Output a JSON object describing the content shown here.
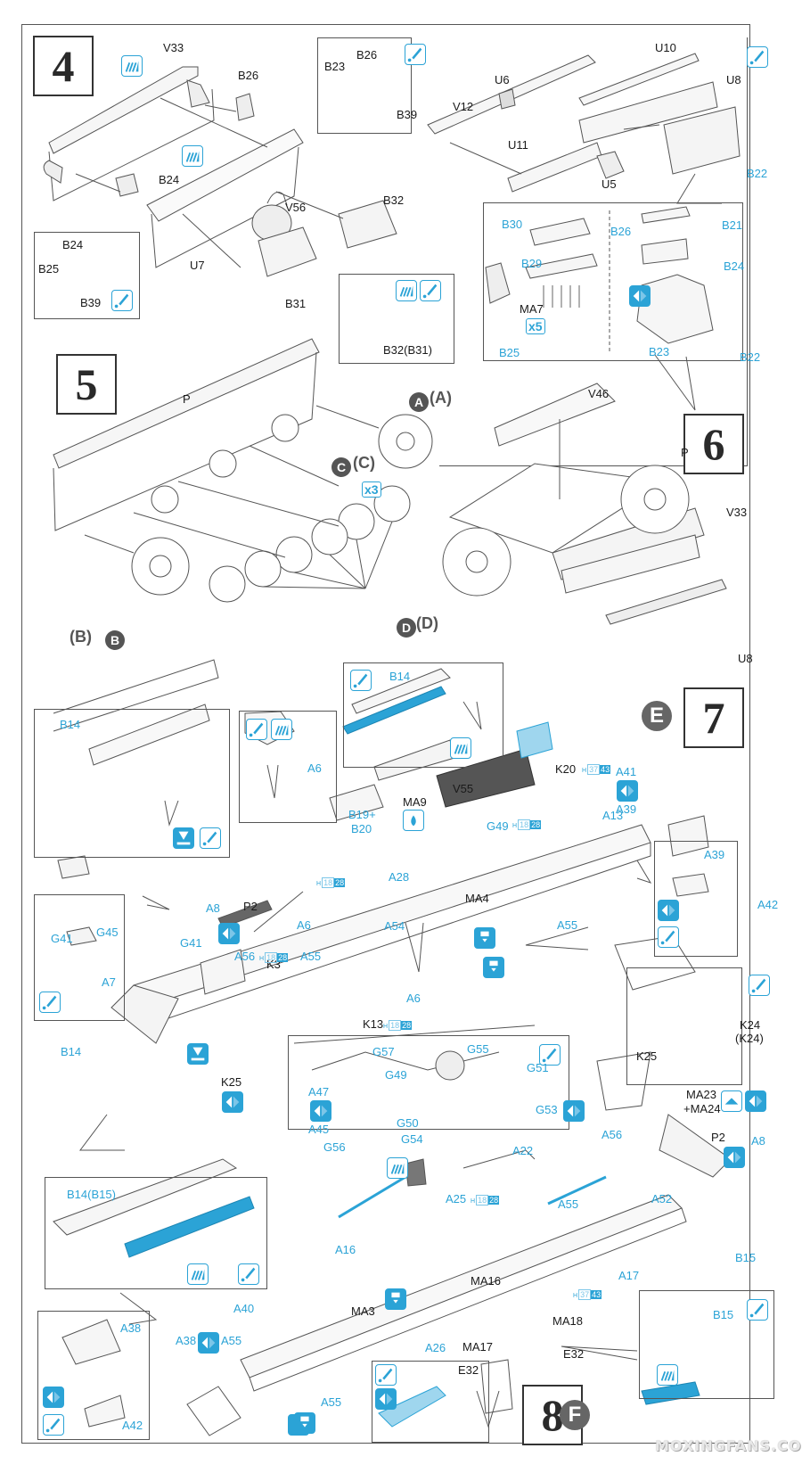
{
  "steps": [
    {
      "number": "4"
    },
    {
      "number": "5"
    },
    {
      "number": "6"
    },
    {
      "number": "7",
      "marker": "E"
    },
    {
      "number": "8",
      "marker": "F"
    }
  ],
  "colors": {
    "accent": "#2ba3d6",
    "ink": "#1a1a1a",
    "marker": "#666666"
  },
  "icons": {
    "glue": "glue-brush-icon",
    "paint": "paint-hatch-icon",
    "flip": "flip-side-icon",
    "drill": "drill-hole-icon",
    "water": "water-decal-icon",
    "bend": "bend-up-icon",
    "remove": "remove-mold-icon"
  },
  "step4": {
    "labels": [
      "V33",
      "B26",
      "B24",
      "V56",
      "U7",
      "B31",
      "B32"
    ],
    "inset_right": [
      "B23",
      "B26",
      "B39"
    ],
    "inset_left": [
      "B24",
      "B25",
      "B39"
    ],
    "inset_b32": "B32(B31)"
  },
  "step4b": {
    "labels": [
      "U10",
      "U6",
      "U8",
      "V12",
      "U11",
      "U5",
      "B22"
    ],
    "inset_left": [
      "B30",
      "B26",
      "B29",
      "MA7",
      "B25"
    ],
    "inset_left_qty": "x5",
    "inset_right": [
      "B21",
      "B24",
      "B23",
      "B22"
    ]
  },
  "step5": {
    "labels": [
      "P"
    ],
    "wheels": {
      "A": "A",
      "A_paren": "(A)",
      "C": "C",
      "C_paren": "(C)",
      "C_qty": "x3",
      "B_paren": "(B)",
      "B": "B",
      "D": "D",
      "D_paren": "(D)"
    }
  },
  "step6": {
    "labels": [
      "V46",
      "P",
      "V33",
      "U8"
    ]
  },
  "step7": {
    "labels_black": [
      "K20",
      "V55",
      "MA9",
      "MA4",
      "P2",
      "K3",
      "K13",
      "K25"
    ],
    "labels_blue": [
      "A41",
      "A39",
      "A13",
      "G49",
      "B19+",
      "B20",
      "A28",
      "A54",
      "A55",
      "A6",
      "A6",
      "A8",
      "G41",
      "A56",
      "A55",
      "B14"
    ],
    "codes": {
      "k20": [
        "H",
        "37",
        "43"
      ],
      "g49": [
        "H",
        "18",
        "28"
      ],
      "a6": [
        "H",
        "18",
        "28"
      ],
      "a56": [
        "H",
        "18",
        "28"
      ],
      "k13": [
        "H",
        "18",
        "28"
      ]
    },
    "inset_b14": "B14",
    "inset_b14_top": "B14",
    "inset_a6": "A6",
    "inset_g41": [
      "G41",
      "G45",
      "A7"
    ],
    "inset_a39": [
      "A39",
      "A42"
    ],
    "inset_k24": [
      "K25",
      "K24",
      "(K24)"
    ],
    "inset_g49": [
      "G57",
      "G55",
      "G51",
      "A47",
      "G49",
      "A45",
      "G50",
      "G53",
      "G56",
      "G54",
      "A22"
    ]
  },
  "step8": {
    "labels_black": [
      "MA23",
      "+MA24",
      "P2",
      "MA3",
      "MA16",
      "MA18",
      "MA17",
      "E32"
    ],
    "labels_blue": [
      "A56",
      "A8",
      "A52",
      "A25",
      "A55",
      "B15",
      "A17",
      "A16",
      "A26",
      "A40",
      "A38",
      "A55",
      "A55"
    ],
    "codes": {
      "a25": [
        "H",
        "18",
        "28"
      ],
      "a17": [
        "H",
        "37",
        "43"
      ]
    },
    "inset_b14b15": "B14(B15)",
    "inset_a38": [
      "A38",
      "A42"
    ],
    "inset_e32": "E32",
    "inset_b15": "B15"
  },
  "watermark": "MOXINGFANS.COM"
}
